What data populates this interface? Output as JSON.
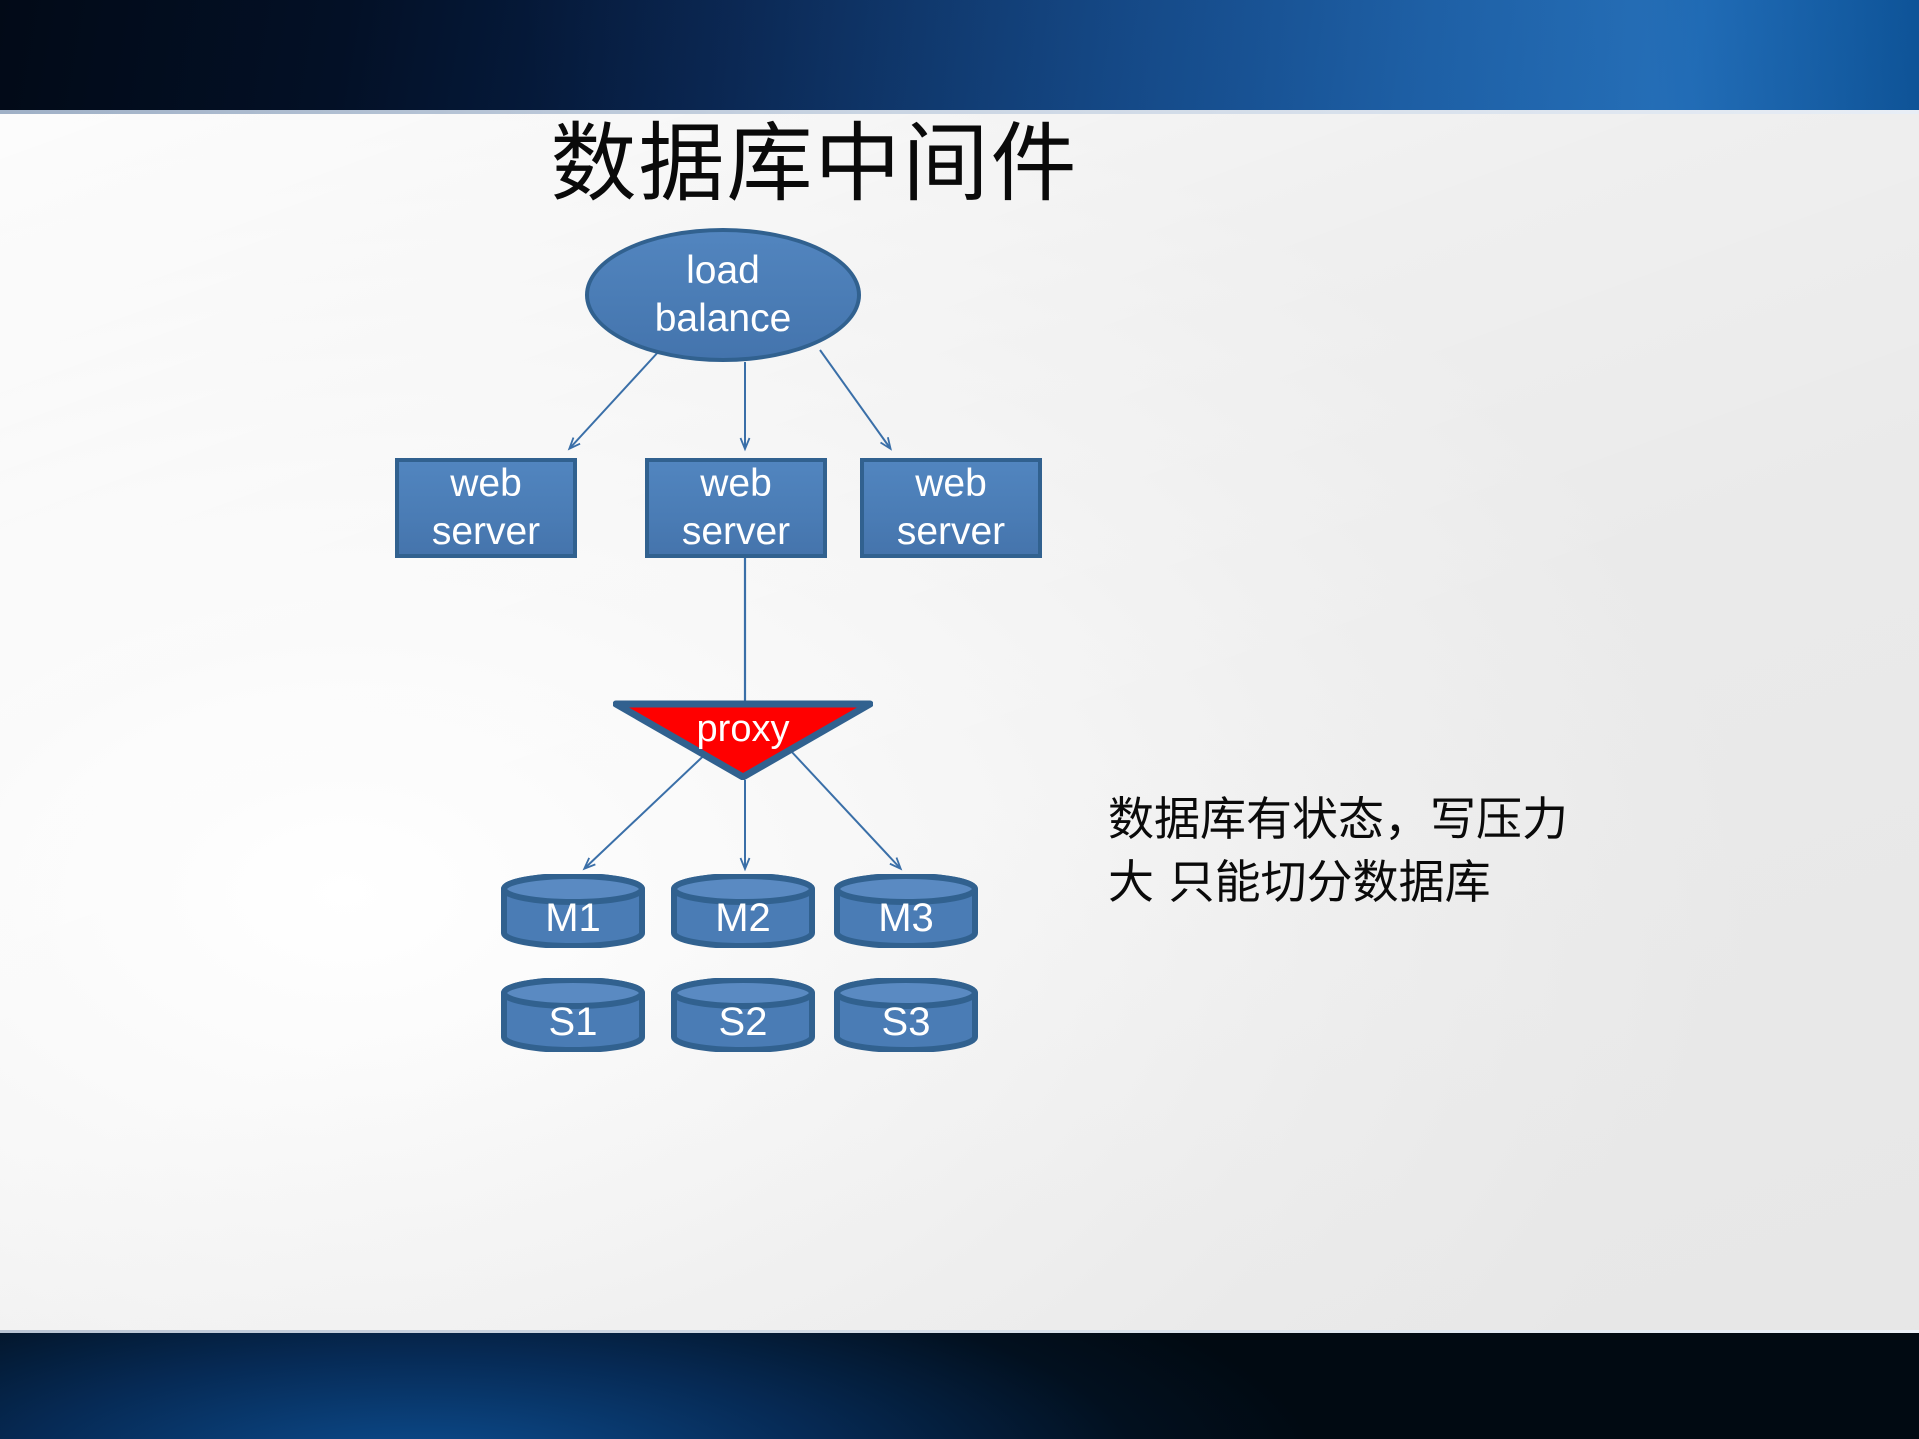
{
  "slide": {
    "title": "数据库中间件",
    "annotation": "数据库有状态，写压力\n大 只能切分数据库"
  },
  "colors": {
    "node_fill": "#4A7CB5",
    "node_border": "#31618F",
    "proxy_fill": "#FF0000",
    "proxy_border": "#31618F",
    "connector": "#3A6FA8",
    "title_text": "#0A0A0A",
    "node_text": "#FFFFFF",
    "band_dark": "#03122A",
    "band_blue": "#0C4F96",
    "body_bg": "#F0F0F0"
  },
  "nodes": {
    "load_balancer": {
      "label": "load\nbalance",
      "shape": "ellipse"
    },
    "web_servers": [
      {
        "label": "web\nserver",
        "shape": "rectangle"
      },
      {
        "label": "web\nserver",
        "shape": "rectangle"
      },
      {
        "label": "web\nserver",
        "shape": "rectangle"
      }
    ],
    "proxy": {
      "label": "proxy",
      "shape": "triangle-down"
    },
    "masters": [
      {
        "label": "M1",
        "shape": "cylinder"
      },
      {
        "label": "M2",
        "shape": "cylinder"
      },
      {
        "label": "M3",
        "shape": "cylinder"
      }
    ],
    "slaves": [
      {
        "label": "S1",
        "shape": "cylinder"
      },
      {
        "label": "S2",
        "shape": "cylinder"
      },
      {
        "label": "S3",
        "shape": "cylinder"
      }
    ]
  }
}
